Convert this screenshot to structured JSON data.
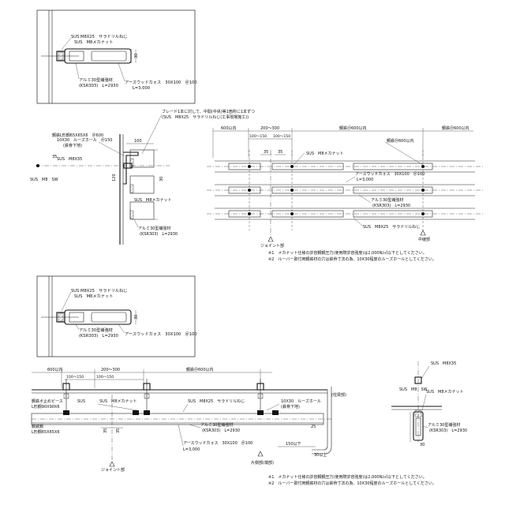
{
  "detail_top": {
    "bolt_label_1": "SUS M8X25　サラドリルねじ",
    "bolt_label_2": "SUS　M8メカナット",
    "frame_label_1": "アルミ30型補強材",
    "frame_label_2": "(KSR303)　L=2930",
    "board_label_1": "アースウッドカォス　30X100　＠100",
    "board_label_2": "L=3,000",
    "dim_30": "30"
  },
  "section": {
    "note_blade": "ブレード1本に対して、中間(中央)等1箇所に1本ずつ",
    "note_blade_2": "(SUS　M8X25　サラドリルねじ(工事現場施工))",
    "frame_note_1": "鋼鉄L形鋼65X65X6　＠600",
    "frame_note_2": "10X30　ルーズホール　＠150",
    "frame_note_3": "(鉄骨下地)",
    "dim_100": "100",
    "dim_35": "35",
    "bolt_1": "SUS　M8X35",
    "bolt_2": "SUS　M8　SW",
    "bolt_3": "SUS　M8メカナット",
    "dim_120": "120",
    "dim_30": "30",
    "frame_bottom_1": "アルミ30型補強材",
    "frame_bottom_2": "(KSR303)　L=2930"
  },
  "plan_top": {
    "dim_600": "600以内",
    "dim_200_300": "200～300",
    "dim_100_150_a": "100～150",
    "dim_100_150_b": "100～150",
    "dim_pitch": "鋼鉄＠600以内",
    "dim_pitch_2": "鋼鉄＠600以内",
    "note_steel": "鋼鉄＠600以内",
    "dim_35a": "35",
    "dim_35b": "35",
    "bolt": "SUS　M8メカナット",
    "board_1": "アースウッドカォス　30X100　＠100",
    "board_2": "L=3,000",
    "frame_1": "アルミ30型補強材",
    "frame_2": "(KSR303)　L=2930",
    "screw": "SUS　M8X25　サラドリルねじ",
    "joint": "ジョイント部",
    "center": "中継部",
    "note_1": "※1　メカナット仕様の許容鋼鋼圧力(使用際許容強度)は2,000N/㎡以下としてください。",
    "note_2": "※2　ルーバー取付用鋼鉄材の穴は鉄骨寸法の為、10X30程度のルーズホールとしてください。"
  },
  "detail_mid": {
    "bolt_label_1": "SUS M8X25　サラドリルねじ",
    "bolt_label_2": "SUS　M8メカナット",
    "frame_label_1": "アルミ30型補強材",
    "frame_label_2": "(KSR303)　L=2930",
    "board_label": "アースウッドカォス　30X100　＠100",
    "dim_30": "30"
  },
  "plan_bottom": {
    "dim_600": "600以内",
    "dim_200_300": "200～300",
    "dim_100_150_a": "100～150",
    "dim_100_150_b": "100～150",
    "dim_pitch": "鋼鉄＠600以内",
    "left_1": "鋼鉄ボ止めビース",
    "left_2": "L形鋼90X90X6",
    "left_3": "鋼鉄鋼",
    "left_4": "L形鋼65X65X6",
    "bolt_nut": "SUS　M8メカナット",
    "bolt_sus": "SUS",
    "screw": "SUS　M8X25　サラドリルねじ",
    "loose_1": "10X30　ルーズホール",
    "loose_2": "(鉄骨下地)",
    "frame_1": "アルミ30型補強材",
    "frame_2": "(KSR303)　L=2930",
    "board_1": "アースウッドカォス　30X100　＠100",
    "board_2": "L=3,000",
    "dim_35a": "35",
    "dim_35b": "35",
    "dim_25": "25",
    "dim_150": "150以下",
    "dim_30_below": "30以上",
    "joint": "ジョイント部",
    "center": "片側部(端部)",
    "corner": "(柱梁部)",
    "note_1": "※1　メカナット仕様の許容鋼鋼圧力(使用際許容強度)は2,000N/㎡以下としてください。",
    "note_2": "※2　ルーバー取付用鋼鉄材の穴は鉄骨寸法の為、10X30程度のルーズホールとしてください。"
  },
  "section_bottom": {
    "bolt_1": "SUS　M8X35",
    "bolt_2": "SUS　M8　SW",
    "bolt_3": "SUS　M8メカナット",
    "frame_1": "アルミ30型補強材",
    "frame_2": "(KSR303)　L=2930",
    "dim_30": "30"
  }
}
